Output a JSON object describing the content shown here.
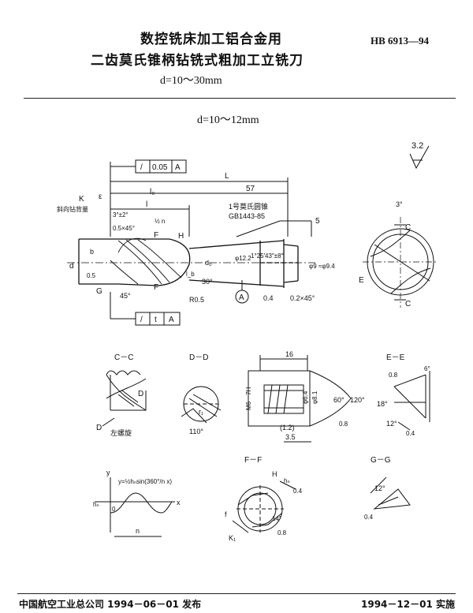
{
  "header": {
    "title_line1": "数控铣床加工铝合金用",
    "title_line2": "二齿莫氏锥柄钻铣式粗加工立铣刀",
    "range": "d=10～30mm",
    "standard_no": "HB 6913—94"
  },
  "section_title": "d=10～12mm",
  "roughness_symbol": "3.2",
  "main_view": {
    "label_L": "L",
    "label_57": "57",
    "label_l0": "l₀",
    "label_l": "l",
    "label_K": "K",
    "label_eps": "ε",
    "label_edge": "斜向钻背量",
    "label_3deg": "3°±2°",
    "label_chamfer": "0.5×45°",
    "label_half_n": "½ n",
    "label_F": "F",
    "label_H": "H",
    "label_taper_note1": "1号莫氏圆锥",
    "label_taper_note2": "GB1443-85",
    "label_5": "5",
    "label_d": "d",
    "label_b": "b",
    "label_05": "0.5",
    "label_G": "G",
    "label_45": "45°",
    "label_d0": "d₀",
    "label_phi122": "φ12.2",
    "label_taper_angle": "1°25′43″±8″",
    "label_phi9": "φ9",
    "label_phi94": "≈φ9.4",
    "label_30": "30°",
    "label_lb": "l_b",
    "label_R05": "R0.5",
    "label_A": "A",
    "label_04": "0.4",
    "label_02x45": "0.2×45°",
    "label_F2": "F",
    "tol_top_sym": "/",
    "tol_top_val": "0.05",
    "tol_top_ref": "A",
    "tol_bot_sym": "/",
    "tol_bot_val": "t",
    "tol_bot_ref": "A"
  },
  "end_view": {
    "label_3deg": "3°",
    "label_C_top": "C",
    "label_C_bot": "C",
    "label_E": "E"
  },
  "sections": {
    "cc": {
      "title": "C－C",
      "label_D1": "D",
      "label_D2": "D",
      "label_left": "左螺旋"
    },
    "dd": {
      "title": "D－D",
      "label_r1": "r₁",
      "label_110": "110°"
    },
    "center_hole": {
      "label_16": "16",
      "label_M6": "M6－7H",
      "label_phi64": "φ6.4",
      "label_phi81": "φ8.1",
      "label_60": "60°",
      "label_120": "120°",
      "label_08": "0.8",
      "label_12": "(1.2)",
      "label_35": "3.5"
    },
    "ee": {
      "title": "E－E",
      "label_08": "0.8",
      "label_6": "6°",
      "label_18": "18°",
      "label_12": "12°",
      "label_04": "0.4"
    },
    "ff": {
      "title": "F－F",
      "label_H": "H",
      "label_hn": "hₙ",
      "label_04": "0.4",
      "label_f": "f",
      "label_14": "14°",
      "label_K1": "K₁",
      "label_08": "0.8"
    },
    "gg": {
      "title": "G－G",
      "label_12": "12°",
      "label_04": "0.4"
    },
    "wave": {
      "label_y": "y",
      "label_formula": "y=½hₙsin(360°/n x)",
      "label_x": "x",
      "label_0": "0",
      "label_hn": "hₙ",
      "label_n": "n"
    }
  },
  "footer": {
    "issuer": "中国航空工业总公司 1994－06－01 发布",
    "effective": "1994－12－01 实施"
  }
}
